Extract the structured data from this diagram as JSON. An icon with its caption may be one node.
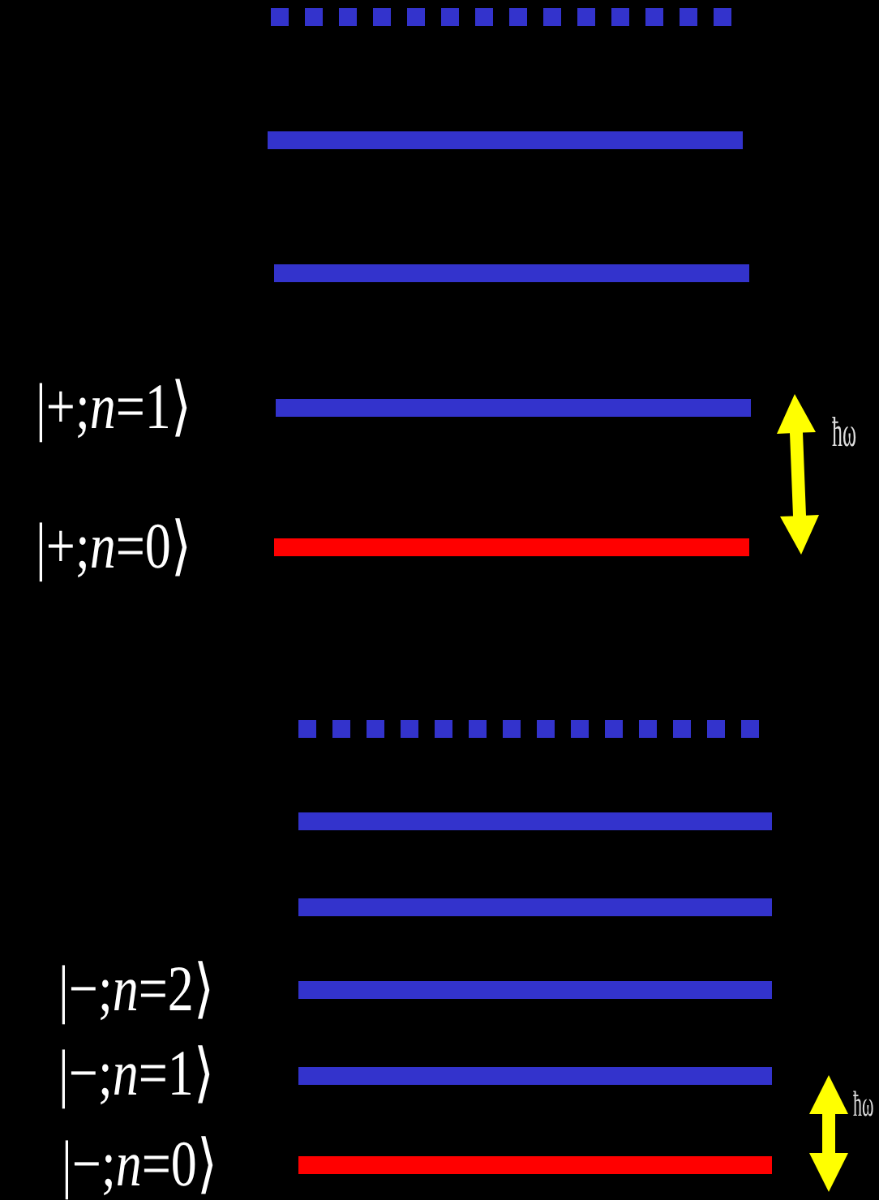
{
  "diagram": {
    "nodes": [
      {
        "text": [],
        "shape": "bar"
      },
      {
        "text": [],
        "shape": "bar"
      },
      {
        "text": [],
        "shape": "bar"
      },
      {
        "text": [],
        "shape": "bar",
        "beside": [
          "|+;*n*=1⟩"
        ]
      },
      {
        "text": [],
        "shape": "bar",
        "beside": [
          "|+;*n*=0⟩"
        ]
      },
      {
        "text": [],
        "shape": "bar"
      },
      {
        "text": [],
        "shape": "bar"
      },
      {
        "text": [],
        "shape": "bar"
      },
      {
        "text": [],
        "shape": "bar",
        "beside": [
          "|−;*n*=2⟩"
        ]
      },
      {
        "text": [],
        "shape": "bar",
        "beside": [
          "|−;*n*=1⟩"
        ]
      },
      {
        "text": [],
        "shape": "bar",
        "beside": [
          "|−;*n*=0⟩"
        ]
      }
    ],
    "edges": [
      {
        "from": 3,
        "to": 4,
        "arrow": "both",
        "color": "#ffff00",
        "style": "thick"
      },
      {
        "from": 9,
        "to": 10,
        "arrow": "both",
        "color": "#ffff00",
        "style": "thick"
      }
    ],
    "labels": [
      "ħω",
      "ħω"
    ]
  }
}
